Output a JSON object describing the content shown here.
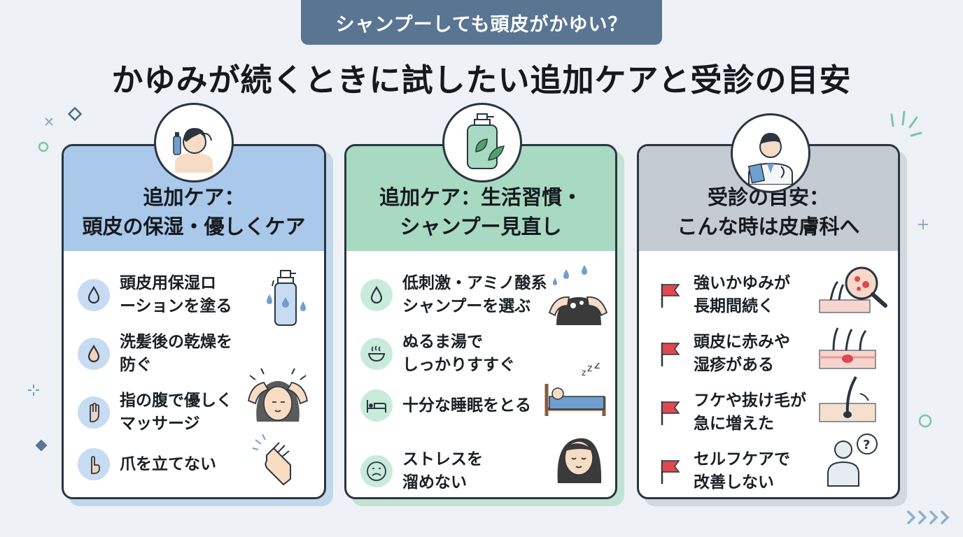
{
  "header": {
    "pill": "シャンプーしても頭皮がかゆい？",
    "title": "かゆみが続くときに試したい追加ケアと受診の目安"
  },
  "cards": [
    {
      "title_line1": "追加ケア：",
      "title_line2": "頭皮の保湿・優しくケア",
      "accent": "#a9c8ea",
      "badge_icon": "person-scalp-spray-icon",
      "items": [
        {
          "text": "頭皮用保湿ロ\nーションを塗る",
          "icon": "water-drop-icon"
        },
        {
          "text": "洗髪後の乾燥を\n防ぐ",
          "icon": "skin-drop-icon"
        },
        {
          "text": "指の腹で優しく\nマッサージ",
          "icon": "hand-icon"
        },
        {
          "text": "爪を立てない",
          "icon": "finger-icon"
        }
      ]
    },
    {
      "title_line1": "追加ケア：生活習慣・",
      "title_line2": "シャンプー見直し",
      "accent": "#a8d9c2",
      "badge_icon": "shampoo-bottle-icon",
      "items": [
        {
          "text": "低刺激・アミノ酸系\nシャンプーを選ぶ",
          "icon": "water-drop-icon"
        },
        {
          "text": "ぬるま湯で\nしっかりすすぐ",
          "icon": "warm-water-icon"
        },
        {
          "text": "十分な睡眠をとる",
          "icon": "bed-icon"
        },
        {
          "text": "ストレスを\n溜めない",
          "icon": "sad-face-icon"
        }
      ]
    },
    {
      "title_line1": "受診の目安：",
      "title_line2": "こんな時は皮膚科へ",
      "accent": "#c5cbd2",
      "badge_icon": "doctor-icon",
      "items": [
        {
          "text": "強いかゆみが\n長期間続く",
          "icon": "red-flag-icon"
        },
        {
          "text": "頭皮に赤みや\n湿疹がある",
          "icon": "red-flag-icon"
        },
        {
          "text": "フケや抜け毛が\n急に増えた",
          "icon": "red-flag-icon"
        },
        {
          "text": "セルフケアで\n改善しない",
          "icon": "red-flag-icon"
        }
      ]
    }
  ],
  "colors": {
    "pill": "#5a7592",
    "card1": "#a9c8ea",
    "card2": "#a8d9c2",
    "card3": "#c5cbd2",
    "flag": "#e0484f"
  }
}
